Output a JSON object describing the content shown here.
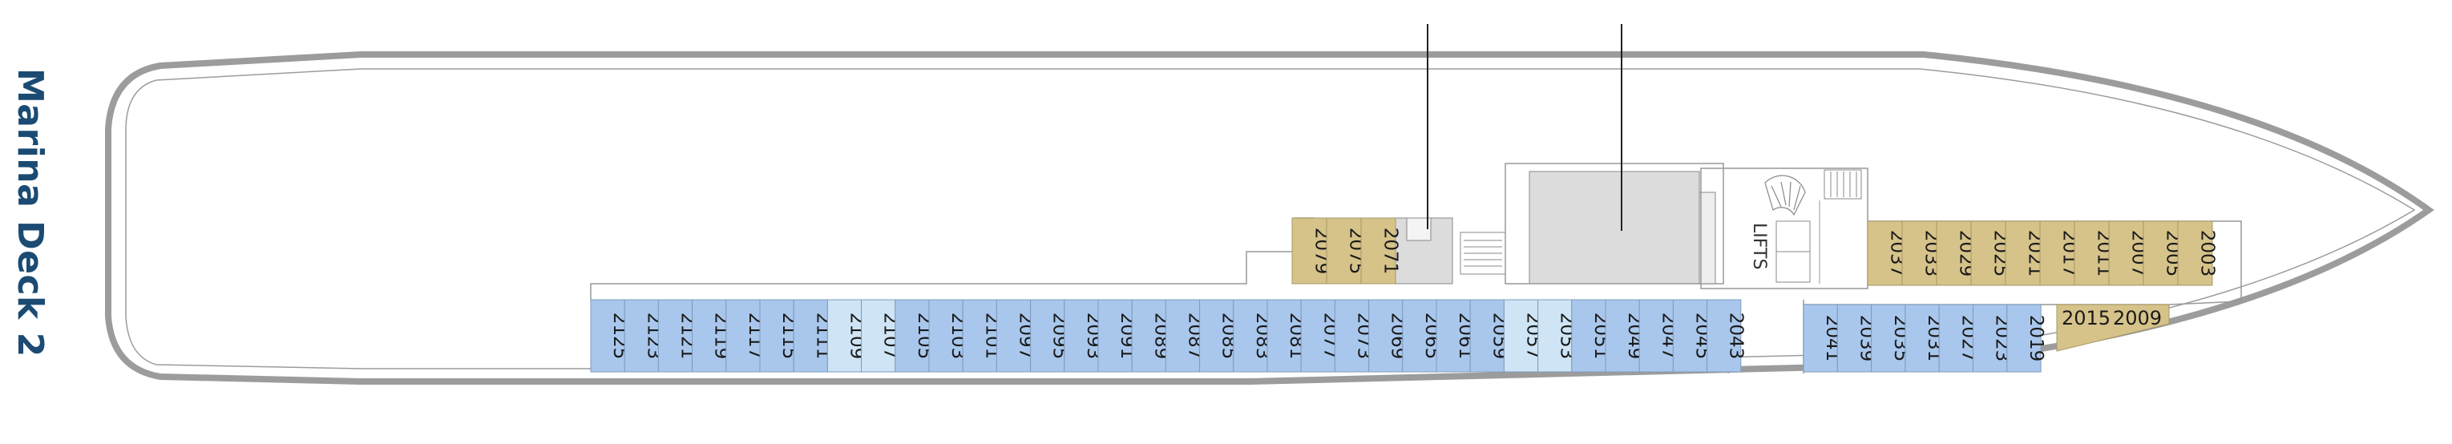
{
  "title": "Marina Deck 2",
  "lifts_label": "LIFTS",
  "colors": {
    "title": "#1b4b73",
    "hull": "#9c9c9c",
    "cabin_blue": "#a9c7ec",
    "cabin_light": "#cfe5f6",
    "cabin_gold": "#d6c38a",
    "service": "#dcdcdc"
  },
  "cabins_lower_aft": [
    {
      "number": "2125",
      "type": "blue"
    },
    {
      "number": "2123",
      "type": "blue"
    },
    {
      "number": "2121",
      "type": "blue"
    },
    {
      "number": "2119",
      "type": "blue"
    },
    {
      "number": "2117",
      "type": "blue"
    },
    {
      "number": "2115",
      "type": "blue"
    },
    {
      "number": "2111",
      "type": "blue"
    },
    {
      "number": "2109",
      "type": "light"
    },
    {
      "number": "2107",
      "type": "light"
    },
    {
      "number": "2105",
      "type": "blue"
    },
    {
      "number": "2103",
      "type": "blue"
    },
    {
      "number": "2101",
      "type": "blue"
    },
    {
      "number": "2097",
      "type": "blue"
    },
    {
      "number": "2095",
      "type": "blue"
    },
    {
      "number": "2093",
      "type": "blue"
    },
    {
      "number": "2091",
      "type": "blue"
    },
    {
      "number": "2089",
      "type": "blue"
    },
    {
      "number": "2087",
      "type": "blue"
    },
    {
      "number": "2085",
      "type": "blue"
    },
    {
      "number": "2083",
      "type": "blue"
    },
    {
      "number": "2081",
      "type": "blue"
    },
    {
      "number": "2077",
      "type": "blue"
    },
    {
      "number": "2073",
      "type": "blue"
    },
    {
      "number": "2069",
      "type": "blue"
    },
    {
      "number": "2065",
      "type": "blue"
    },
    {
      "number": "2061",
      "type": "blue"
    },
    {
      "number": "2059",
      "type": "blue"
    },
    {
      "number": "2057",
      "type": "light"
    },
    {
      "number": "2053",
      "type": "light"
    },
    {
      "number": "2051",
      "type": "blue"
    },
    {
      "number": "2049",
      "type": "blue"
    },
    {
      "number": "2047",
      "type": "blue"
    },
    {
      "number": "2045",
      "type": "blue"
    },
    {
      "number": "2043",
      "type": "blue"
    }
  ],
  "cabins_lower_fwd": [
    {
      "number": "2041",
      "type": "blue"
    },
    {
      "number": "2039",
      "type": "blue"
    },
    {
      "number": "2035",
      "type": "blue"
    },
    {
      "number": "2031",
      "type": "blue"
    },
    {
      "number": "2027",
      "type": "blue"
    },
    {
      "number": "2023",
      "type": "blue"
    },
    {
      "number": "2019",
      "type": "blue"
    }
  ],
  "suites_lower_fwd": [
    "2015",
    "2009"
  ],
  "cabins_upper_mid": [
    {
      "number": "2079",
      "type": "gold"
    },
    {
      "number": "2075",
      "type": "gold"
    },
    {
      "number": "2071",
      "type": "gold"
    }
  ],
  "cabins_upper_fwd": [
    {
      "number": "2037",
      "type": "gold"
    },
    {
      "number": "2033",
      "type": "gold"
    },
    {
      "number": "2029",
      "type": "gold"
    },
    {
      "number": "2025",
      "type": "gold"
    },
    {
      "number": "2021",
      "type": "gold"
    },
    {
      "number": "2017",
      "type": "gold"
    },
    {
      "number": "2011",
      "type": "gold"
    },
    {
      "number": "2007",
      "type": "gold"
    },
    {
      "number": "2005",
      "type": "gold"
    },
    {
      "number": "2003",
      "type": "gold"
    }
  ]
}
